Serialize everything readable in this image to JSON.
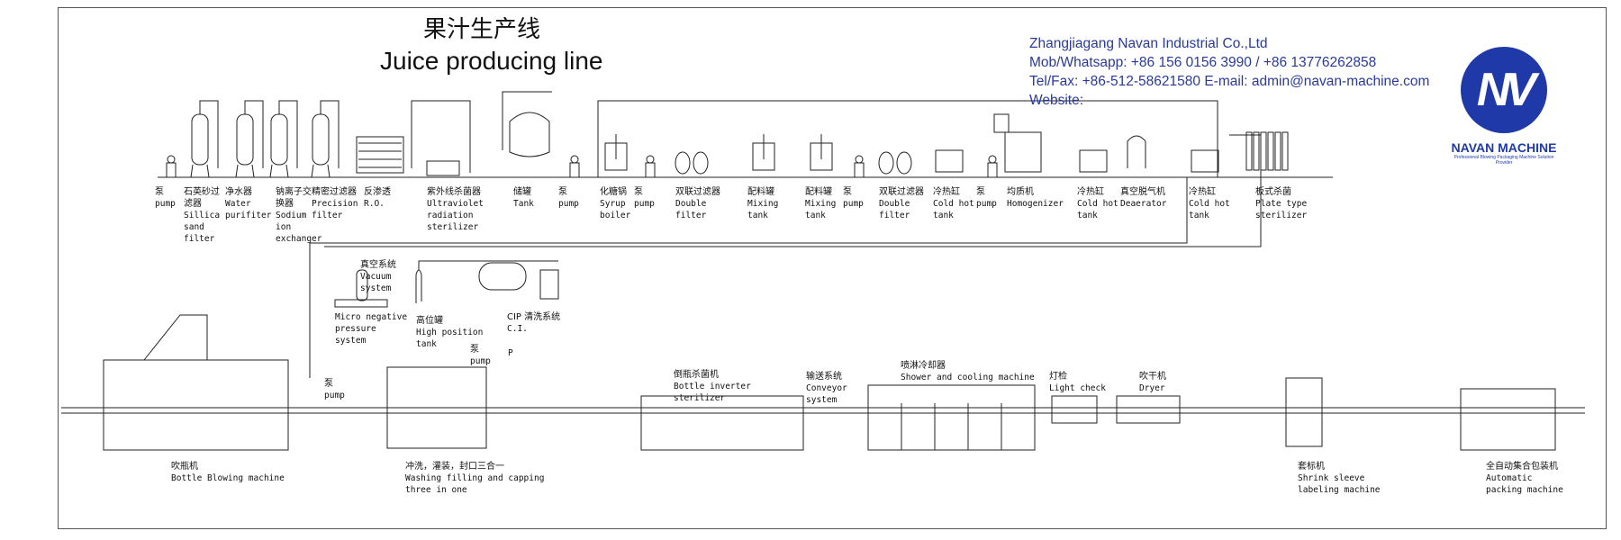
{
  "title": {
    "zh": "果汁生产线",
    "en": "Juice producing line"
  },
  "company": {
    "name": "Zhangjiagang Navan Industrial Co.,Ltd",
    "mobile": "Mob/Whatsapp: +86 156 0156 3990 / +86 13776262858",
    "telmail": "Tel/Fax: +86-512-58621580   E-mail: admin@navan-machine.com",
    "website": "Website:"
  },
  "logo": {
    "mark": "NV",
    "name": "NAVAN MACHINE",
    "tagline": "Professional Blowing Packaging Machine Solution Provider"
  },
  "top_line": [
    {
      "zh": "泵",
      "en": "pump"
    },
    {
      "zh": "石英砂过滤器",
      "en": "Sillica\nsand\nfilter"
    },
    {
      "zh": "净水器",
      "en": "Water\npurifiter"
    },
    {
      "zh": "钠离子交换器",
      "en": "Sodium ion\nexchanger"
    },
    {
      "zh": "精密过滤器",
      "en": "Precision\nfilter"
    },
    {
      "zh": "反渗透",
      "en": "R.O."
    },
    {
      "zh": "紫外线杀菌器",
      "en": "Ultraviolet\nradiation\nsterilizer"
    },
    {
      "zh": "储罐",
      "en": "Tank"
    },
    {
      "zh": "泵",
      "en": "pump"
    },
    {
      "zh": "化糖锅",
      "en": "Syrup\nboiler"
    },
    {
      "zh": "泵",
      "en": "pump"
    },
    {
      "zh": "双联过滤器",
      "en": "Double\nfilter"
    },
    {
      "zh": "配料罐",
      "en": "Mixing\ntank"
    },
    {
      "zh": "配料罐",
      "en": "Mixing\ntank"
    },
    {
      "zh": "泵",
      "en": "pump"
    },
    {
      "zh": "双联过滤器",
      "en": "Double\nfilter"
    },
    {
      "zh": "冷热缸",
      "en": "Cold hot\ntank"
    },
    {
      "zh": "泵",
      "en": "pump"
    },
    {
      "zh": "均质机",
      "en": "Homogenizer"
    },
    {
      "zh": "冷热缸",
      "en": "Cold hot\ntank"
    },
    {
      "zh": "真空脱气机",
      "en": "Deaerator"
    },
    {
      "zh": "冷热缸",
      "en": "Cold hot\ntank"
    },
    {
      "zh": "板式杀菌",
      "en": "Plate type\nsterilizer"
    }
  ],
  "middle": [
    {
      "zh": "真空系统",
      "en": "Vacuum\nsystem"
    },
    {
      "zh": "",
      "en": "Micro negative\npressure\nsystem"
    },
    {
      "zh": "高位罐",
      "en": "High position\ntank"
    },
    {
      "zh": "CIP 清洗系统",
      "en": "C.I."
    },
    {
      "zh": "泵",
      "en": "pump"
    },
    {
      "zh": "",
      "en": "P"
    },
    {
      "zh": "泵",
      "en": "pump"
    }
  ],
  "bottom_line": [
    {
      "zh": "吹瓶机",
      "en": "Bottle Blowing machine"
    },
    {
      "zh": "冲洗，灌装，封口三合一",
      "en": "Washing filling and capping\nthree in one"
    },
    {
      "zh": "倒瓶杀菌机",
      "en": "Bottle inverter\nsterilizer"
    },
    {
      "zh": "输送系统",
      "en": "Conveyor\nsystem"
    },
    {
      "zh": "喷淋冷却器",
      "en": "Shower and cooling machine"
    },
    {
      "zh": "灯检",
      "en": "Light check"
    },
    {
      "zh": "吹干机",
      "en": "Dryer"
    },
    {
      "zh": "套标机",
      "en": "Shrink sleeve\nlabeling machine"
    },
    {
      "zh": "全自动集合包装机",
      "en": "Automatic\npacking machine"
    }
  ]
}
